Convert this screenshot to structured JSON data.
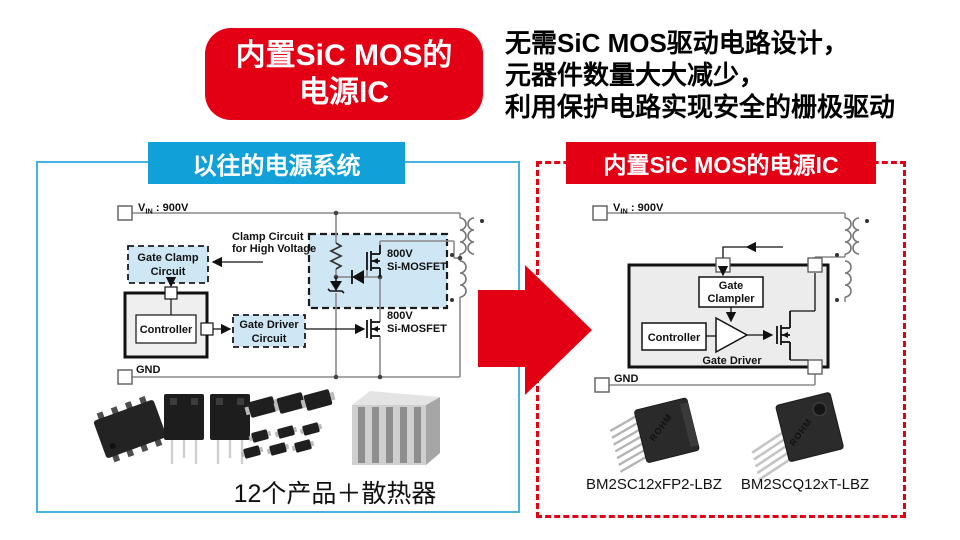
{
  "badge": {
    "line1": "内置SiC MOS的",
    "line2": "电源IC"
  },
  "headline": {
    "line1": "无需SiC MOS驱动电路设计，",
    "line2": "元器件数量大大减少，",
    "line3": "利用保护电路实现安全的栅极驱动"
  },
  "left_panel": {
    "title": "以往的电源系统",
    "caption": "12个产品＋散热器",
    "circuit": {
      "vin_v": "V",
      "vin_sub": "IN",
      "vin_rest": " : 900V",
      "gnd_label": "GND",
      "clamp_note1": "Clamp Circuit",
      "clamp_note2": "for High Voltage",
      "gate_clamp1": "Gate Clamp",
      "gate_clamp2": "Circuit",
      "controller_label": "Controller",
      "gate_driver1": "Gate Driver",
      "gate_driver2": "Circuit",
      "mosfet_upper1": "800V",
      "mosfet_upper2": "Si-MOSFET",
      "mosfet_lower1": "800V",
      "mosfet_lower2": "Si-MOSFET"
    }
  },
  "right_panel": {
    "title": "内置SiC MOS的电源IC",
    "circuit": {
      "vin_v": "V",
      "vin_sub": "IN",
      "vin_rest": " : 900V",
      "gnd_label": "GND",
      "gate_clamper1": "Gate",
      "gate_clamper2": "Clampler",
      "controller_label": "Controller",
      "gate_driver_label": "Gate Driver"
    },
    "products": [
      {
        "name": "BM2SC12xFP2-LBZ",
        "logo": "ROHM"
      },
      {
        "name": "BM2SCQ12xT-LBZ",
        "logo": "ROHM"
      }
    ]
  },
  "colors": {
    "accent_red": "#e30015",
    "accent_blue": "#12a0d8",
    "panel_border_blue": "#47b3e2",
    "light_blue_fill": "#cfe7f5"
  }
}
